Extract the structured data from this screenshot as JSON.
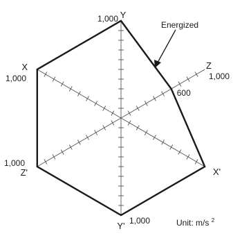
{
  "chart_data": {
    "type": "radar",
    "axes": [
      {
        "label": "Y",
        "max": 1000,
        "max_label": "1,000"
      },
      {
        "label": "Z",
        "max": 1000,
        "max_label": "1,000"
      },
      {
        "label": "X'",
        "max": 1000,
        "max_label": ""
      },
      {
        "label": "Y'",
        "max": 1000,
        "max_label": "1,000"
      },
      {
        "label": "Z'",
        "max": 1000,
        "max_label": "1,000"
      },
      {
        "label": "X",
        "max": 1000,
        "max_label": "1,000"
      }
    ],
    "tick_step": 100,
    "series": [
      {
        "name": "Energized",
        "values": [
          1000,
          600,
          1000,
          1000,
          1000,
          1000
        ],
        "value_labels": [
          "",
          "600",
          "",
          "",
          "",
          ""
        ]
      }
    ],
    "annotation": "Energized",
    "unit_text": "Unit: m/s",
    "unit_superscript": "2",
    "colors": {
      "line": "#1a1a1a",
      "axis": "#555555"
    }
  }
}
